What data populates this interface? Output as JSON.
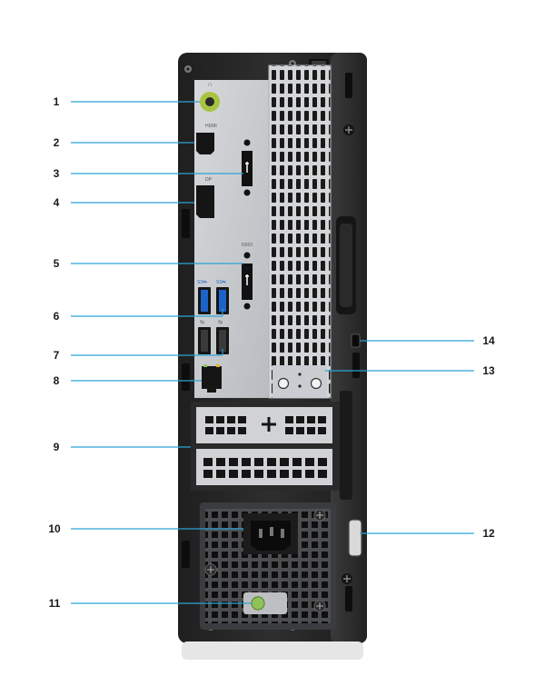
{
  "callouts": [
    {
      "num": "1"
    },
    {
      "num": "2"
    },
    {
      "num": "3"
    },
    {
      "num": "4"
    },
    {
      "num": "5"
    },
    {
      "num": "6"
    },
    {
      "num": "7"
    },
    {
      "num": "8"
    },
    {
      "num": "9"
    },
    {
      "num": "10"
    },
    {
      "num": "11"
    },
    {
      "num": "12"
    },
    {
      "num": "13"
    },
    {
      "num": "14"
    }
  ],
  "port_labels": {
    "hdmi": "HDMI",
    "dp": "DP",
    "serial": "IOIOI",
    "usb3": "SS⇆",
    "usb2": "⇆"
  },
  "colors": {
    "leader": "#2aa3d6",
    "chassis": "#2b2b2b",
    "io_plate": "#c9ccd0",
    "audio_jack": "#a7c441",
    "usb3_blue": "#1b63c9",
    "power_led": "#8fc35a"
  }
}
